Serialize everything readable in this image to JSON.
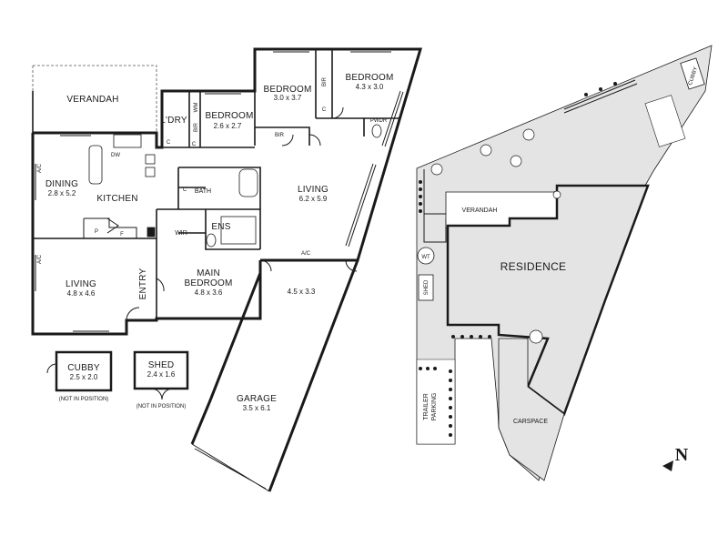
{
  "floorplan": {
    "rooms": {
      "verandah": {
        "label": "VERANDAH"
      },
      "laundry": {
        "label": "L'DRY"
      },
      "bedroom_2": {
        "label": "BEDROOM",
        "dims": "2.6 x 2.7"
      },
      "bedroom_3": {
        "label": "BEDROOM",
        "dims": "3.0 x 3.7"
      },
      "bedroom_4": {
        "label": "BEDROOM",
        "dims": "4.3 x 3.0"
      },
      "dining": {
        "label": "DINING",
        "dims": "2.8 x 5.2"
      },
      "kitchen": {
        "label": "KITCHEN"
      },
      "living_main": {
        "label": "LIVING",
        "dims": "6.2 x 5.9"
      },
      "living_west": {
        "label": "LIVING",
        "dims": "4.8 x 4.6"
      },
      "entry": {
        "label": "ENTRY"
      },
      "main_bedroom": {
        "label": "MAIN",
        "label2": "BEDROOM",
        "dims": "4.8 x 3.6"
      },
      "bath": {
        "label": "BATH"
      },
      "ensuite": {
        "label": "ENS"
      },
      "wir": {
        "label": "WIR"
      },
      "room_unlabelled": {
        "dims": "4.5 x 3.3"
      },
      "garage": {
        "label": "GARAGE",
        "dims": "3.5 x 6.1"
      },
      "cubby": {
        "label": "CUBBY",
        "dims": "2.5 x 2.0",
        "note": "(NOT IN POSITION)"
      },
      "shed": {
        "label": "SHED",
        "dims": "2.4 x 1.6",
        "note": "(NOT IN POSITION)"
      }
    },
    "tags": {
      "bir": "BIR",
      "c": "C",
      "wm": "WM",
      "pwdr": "PWDR",
      "dw": "DW",
      "ac": "A/C",
      "pantry": "P",
      "fridge": "F"
    }
  },
  "siteplan": {
    "cubby": "CUBBY",
    "verandah": "VERANDAH",
    "residence": "RESIDENCE",
    "wt": "WT",
    "shed": "SHED",
    "trailer_1": "TRAILER",
    "trailer_2": "PARKING",
    "carspace": "CARSPACE"
  },
  "compass": {
    "label": "N"
  }
}
